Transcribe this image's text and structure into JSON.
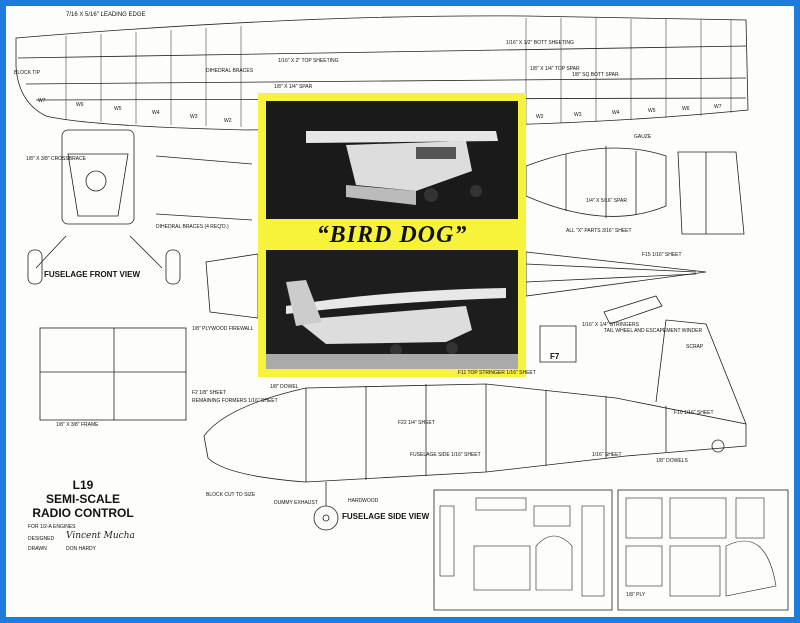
{
  "plan": {
    "model_title": {
      "line1": "L19",
      "line2": "SEMI-SCALE",
      "line3": "RADIO CONTROL",
      "engines": "FOR 1/2-A ENGINES",
      "designer_label": "DESIGNED",
      "drawn_label": "DRAWN",
      "drawn_by": "DON HARDY",
      "signature": "Vincent Mucha"
    },
    "photo_caption": "“BIRD DOG”",
    "views": {
      "front_view": "FUSELAGE FRONT VIEW",
      "side_view": "FUSELAGE SIDE VIEW"
    },
    "labels": {
      "leading_edge": "7/16 X 5/16\" LEADING EDGE",
      "block_tip": "BLOCK TIP",
      "top_sheeting": "1/16\" X 2\" TOP SHEETING",
      "bott_sheeting": "1/16\" X 1/2\" BOTT SHEETING",
      "dihedral_braces": "DIHEDRAL BRACES",
      "spar": "1/8\" X 1/4\" SPAR",
      "top_spar": "1/8\" X 1/4\" TOP SPAR",
      "bott_spar": "1/8\" SQ BOTT SPAR",
      "gauze": "GAUZE",
      "crossbrace": "1/8\" X 3/8\" CROSSBRACE",
      "dihedral_braces_req": "DIHEDRAL BRACES (4 REQ'D.)",
      "all_parts": "ALL \"X\" PARTS 3/16\" SHEET",
      "spar_tail": "1/4\" X 5/16\" SPAR",
      "f15": "F15 1/16\" SHEET",
      "stringers": "1/16\" X 1/4\" STRINGERS",
      "tail_wheel": "TAIL WHEEL AND ESCAPEMENT WINDER",
      "f7": "F7",
      "scrap": "SCRAP",
      "frame": "1/8\" X 3/8\" FRAME",
      "plywood_firewall": "1/8\" PLYWOOD FIREWALL",
      "f2": "F2 1/8\" SHEET",
      "remaining_formers": "REMAINING FORMERS 1/16\" SHEET",
      "dowel": "1/8\" DOWEL",
      "top_stringer": "F11 TOP STRINGER 1/16\" SHEET",
      "fuselage_side": "FUSELAGE SIDE 1/16\" SHEET",
      "f22": "F22 1/4\" SHEET",
      "f10": "F10 1/16\" SHEET",
      "sheet": "1/16\" SHEET",
      "dowels": "1/8\" DOWELS",
      "block_cut": "BLOCK CUT TO SIZE",
      "dummy_exhaust": "DUMMY EXHAUST",
      "hardwood": "HARDWOOD",
      "ply": "1/8\" PLY"
    },
    "rib_labels": [
      "W7",
      "W6",
      "W5",
      "W4",
      "W3",
      "W2",
      "W2",
      "W3",
      "W4",
      "W5",
      "W6",
      "W7"
    ]
  }
}
